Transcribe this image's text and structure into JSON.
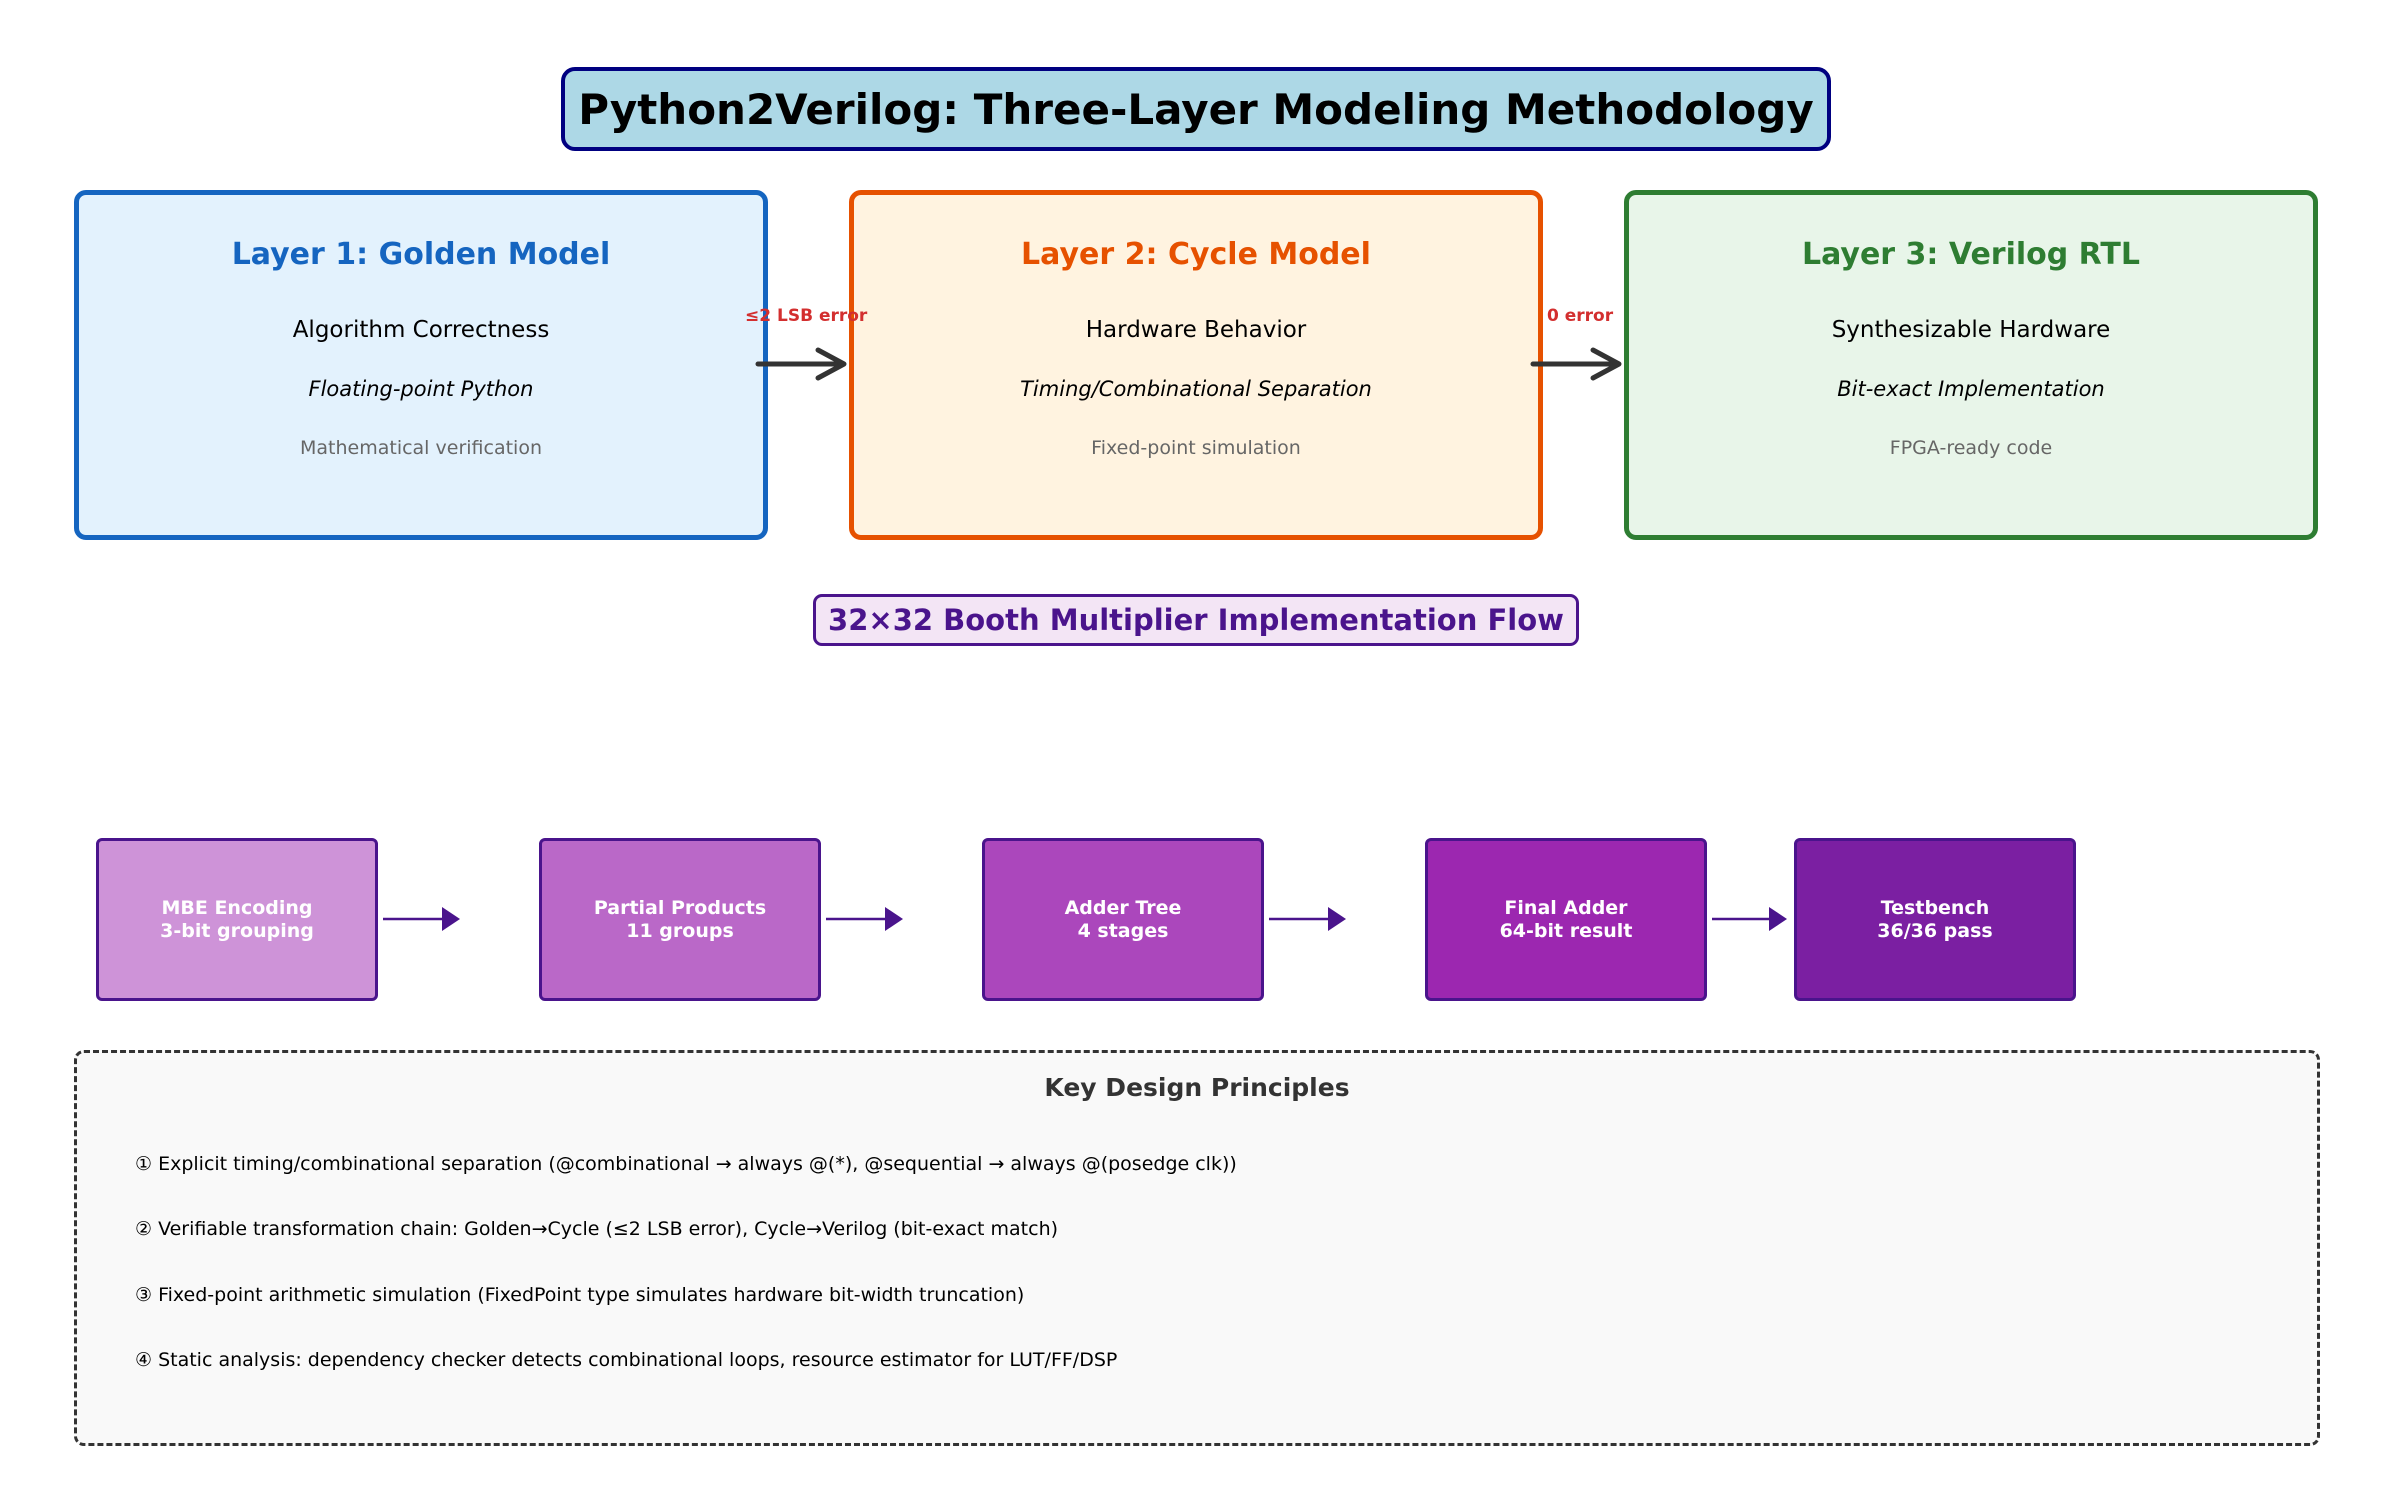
{
  "title": "Python2Verilog: Three-Layer Modeling Methodology",
  "layers": [
    {
      "title": "Layer 1: Golden Model",
      "line1": "Algorithm Correctness",
      "line2": "Floating-point Python",
      "line3": "Mathematical verification",
      "color": "#1565c0",
      "background": "#e3f2fd"
    },
    {
      "title": "Layer 2: Cycle Model",
      "line1": "Hardware Behavior",
      "line2": "Timing/Combinational Separation",
      "line3": "Fixed-point simulation",
      "color": "#e65100",
      "background": "#fff3e0"
    },
    {
      "title": "Layer 3: Verilog RTL",
      "line1": "Synthesizable Hardware",
      "line2": "Bit-exact Implementation",
      "line3": "FPGA-ready code",
      "color": "#2e7d32",
      "background": "#e8f5e9"
    }
  ],
  "transitions": [
    {
      "label": "≤2 LSB error"
    },
    {
      "label": "0 error"
    }
  ],
  "flow_title": "32×32 Booth Multiplier Implementation Flow",
  "flow_steps": [
    {
      "line1": "MBE Encoding",
      "line2": "3-bit grouping",
      "color": "#ce93d8"
    },
    {
      "line1": "Partial Products",
      "line2": "11 groups",
      "color": "#ba68c8"
    },
    {
      "line1": "Adder Tree",
      "line2": "4 stages",
      "color": "#ab47bc"
    },
    {
      "line1": "Final Adder",
      "line2": "64-bit result",
      "color": "#9c27b0"
    },
    {
      "line1": "Testbench",
      "line2": "36/36 pass",
      "color": "#7b1fa2"
    }
  ],
  "principles": {
    "title": "Key Design Principles",
    "items": [
      "① Explicit timing/combinational separation (@combinational → always @(*), @sequential → always @(posedge clk))",
      "② Verifiable transformation chain: Golden→Cycle (≤2 LSB error), Cycle→Verilog (bit-exact match)",
      "③ Fixed-point arithmetic simulation (FixedPoint type simulates hardware bit-width truncation)",
      "④ Static analysis: dependency checker detects combinational loops, resource estimator for LUT/FF/DSP"
    ]
  },
  "colors": {
    "arrow_dark": "#333333",
    "arrow_purple": "#4a148c",
    "error_text": "#d32f2f"
  }
}
